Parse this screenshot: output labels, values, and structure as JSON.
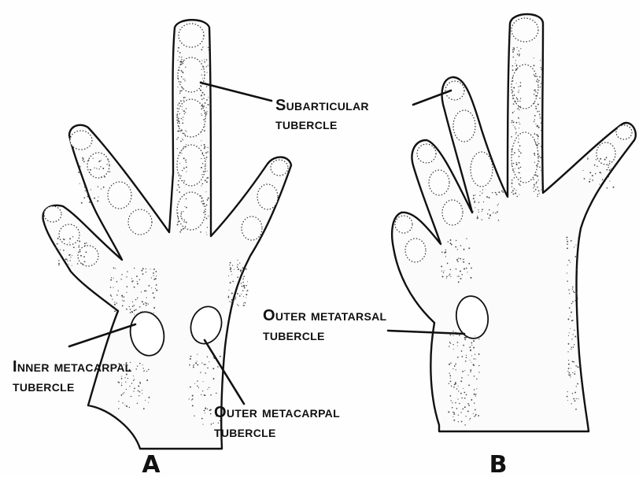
{
  "labels": {
    "subarticular_line1": "Subarticular",
    "subarticular_line2": "tubercle",
    "inner_metacarpal_line1": "Inner metacarpal",
    "inner_metacarpal_line2": "tubercle",
    "outer_metacarpal_line1": "Outer metacarpal",
    "outer_metacarpal_line2": "tubercle",
    "outer_metatarsal_line1": "Outer metatarsal",
    "outer_metatarsal_line2": "tubercle"
  },
  "panels": {
    "a": "A",
    "b": "B"
  }
}
